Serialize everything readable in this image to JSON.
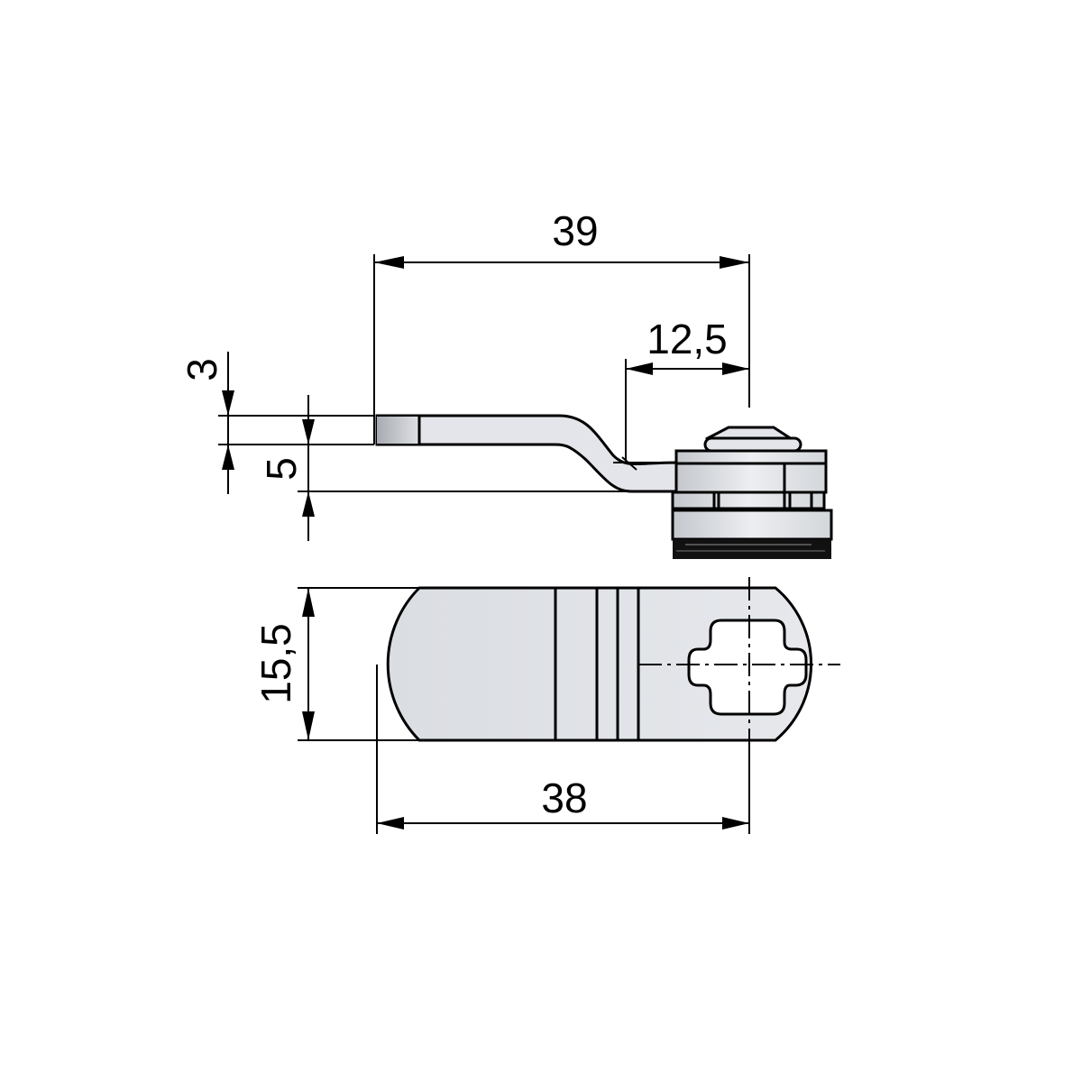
{
  "drawing": {
    "type": "technical dimension drawing",
    "subject": "cam lock lever (offset tongue) - side view and top view",
    "units": "mm",
    "colors": {
      "line": "#000000",
      "part_fill": "#e3e5ea",
      "part_shade": "#b9bcc2",
      "background": "#ffffff"
    }
  },
  "side_view": {
    "dimensions": {
      "overall_length": "39",
      "hub_offset": "12,5",
      "tongue_thickness": "3",
      "offset_height": "5"
    }
  },
  "top_view": {
    "dimensions": {
      "width": "15,5",
      "length": "38"
    },
    "hole_shape": "cross-shaped drive hole"
  }
}
